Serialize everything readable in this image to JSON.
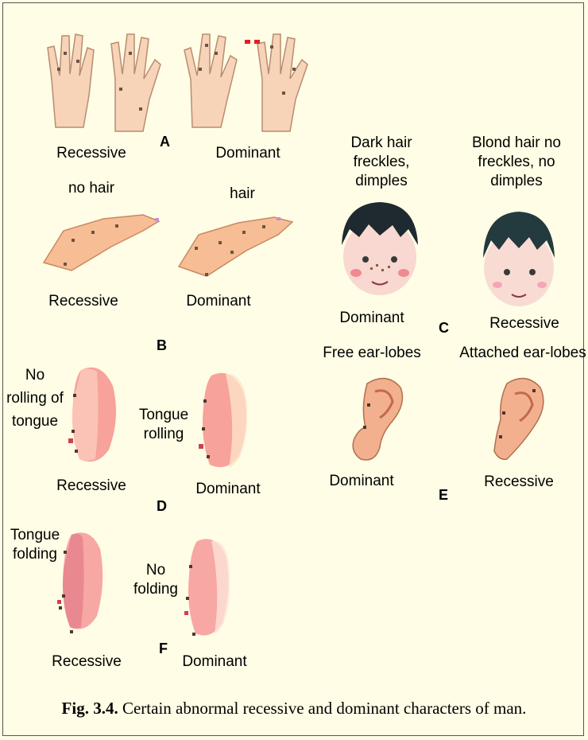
{
  "figure": {
    "panel_letters": {
      "a": "A",
      "b": "B",
      "c": "C",
      "d": "D",
      "e": "E",
      "f": "F"
    },
    "a": {
      "left_label": "Recessive",
      "right_label": "Dominant"
    },
    "b": {
      "left_title": "no hair",
      "right_title": "hair",
      "left_label": "Recessive",
      "right_label": "Dominant"
    },
    "c": {
      "left_title": "Dark hair freckles, dimples",
      "right_title": "Blond hair no freckles, no dimples",
      "left_label": "Dominant",
      "right_label": "Recessive"
    },
    "d": {
      "left_title": "No rolling of tongue",
      "right_title": "Tongue rolling",
      "left_label": "Recessive",
      "right_label": "Dominant"
    },
    "e": {
      "left_title": "Free ear-lobes",
      "right_title": "Attached ear-lobes",
      "left_label": "Dominant",
      "right_label": "Recessive"
    },
    "f": {
      "left_title": "Tongue folding",
      "right_title": "No folding",
      "left_label": "Recessive",
      "right_label": "Dominant"
    }
  },
  "caption": {
    "number": "Fig. 3.4.",
    "text": "Certain abnormal recessive and dominant characters of man."
  },
  "colors": {
    "background": "#FFFDE5",
    "skin": "#F6C39C",
    "skin_dark": "#E89878",
    "tongue": "#F7A29A",
    "hair": "#1E2A30"
  }
}
